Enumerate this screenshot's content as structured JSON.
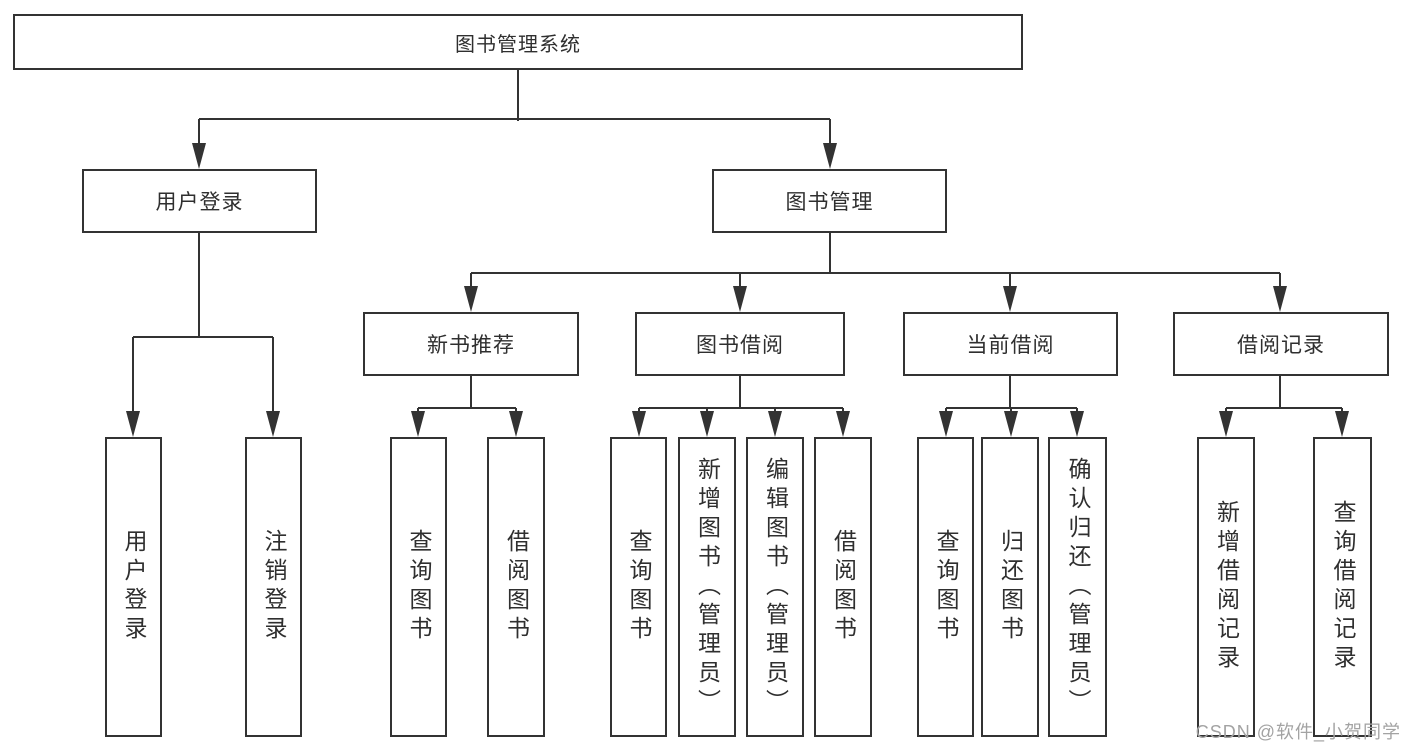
{
  "tree": {
    "root": {
      "label": "图书管理系统"
    },
    "branches": [
      {
        "label": "用户登录",
        "leaves": [
          "用户登录",
          "注销登录"
        ]
      },
      {
        "label": "图书管理",
        "sections": [
          {
            "label": "新书推荐",
            "leaves": [
              "查询图书",
              "借阅图书"
            ]
          },
          {
            "label": "图书借阅",
            "leaves": [
              "查询图书",
              "新增图书（管理员）",
              "编辑图书（管理员）",
              "借阅图书"
            ]
          },
          {
            "label": "当前借阅",
            "leaves": [
              "查询图书",
              "归还图书",
              "确认归还（管理员）"
            ]
          },
          {
            "label": "借阅记录",
            "leaves": [
              "新增借阅记录",
              "查询借阅记录"
            ]
          }
        ]
      }
    ]
  },
  "watermark": {
    "text": "CSDN @软件_小贺同学"
  },
  "colors": {
    "line": "#333333",
    "text": "#2f2f2f",
    "box_background": "#ffffff",
    "watermark": "#a3a3a3",
    "page_background": "#ffffff"
  }
}
